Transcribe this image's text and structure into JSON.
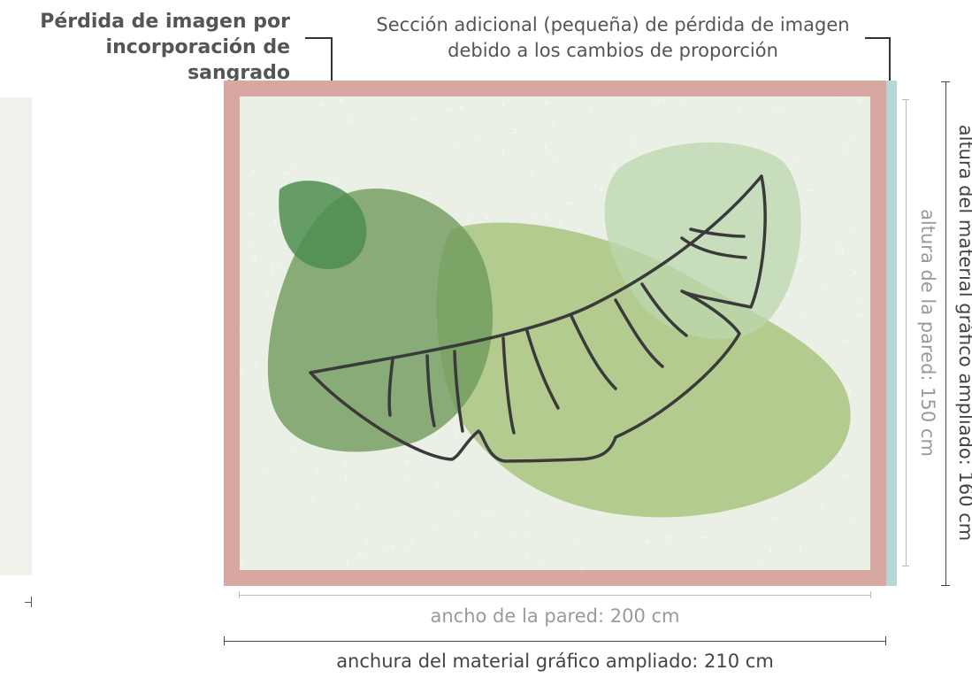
{
  "labels": {
    "title_bleed": "Pérdida de imagen por incorporación de sangrado",
    "caption_extra": "Sección adicional (pequeña) de pérdida de imagen debido a los cambios de proporción",
    "wall_width": "ancho de la pared: 200 cm",
    "material_width": "anchura del material gráfico ampliado: 210 cm",
    "wall_height": "altura de la pared: 150 cm",
    "material_height": "altura del material gráfico ampliado: 160 cm"
  },
  "colors": {
    "bleed": "#d7a7a2",
    "extra_strip": "#b7d6d8",
    "artwork_bg": "#eaf0e6",
    "shape_dark_green": "#4f8d4f",
    "shape_mid_green": "#6f9a5c",
    "shape_light_green": "#a6c27a",
    "shape_pale_green": "#bcd7ad",
    "leaf_outline": "#3a3a3a"
  }
}
